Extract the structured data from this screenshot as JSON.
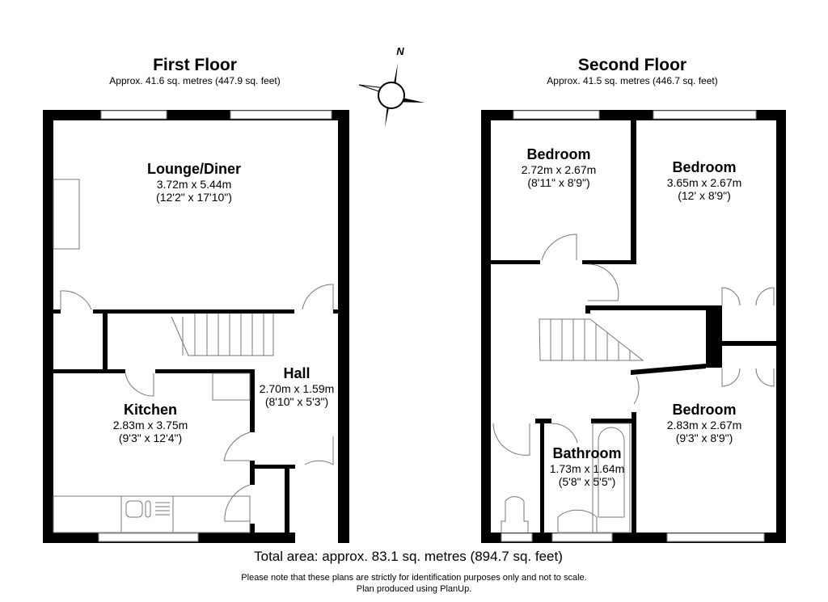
{
  "first_floor": {
    "title": "First Floor",
    "area": "Approx. 41.6 sq. metres (447.9 sq. feet)",
    "rooms": [
      {
        "name": "Lounge/Diner",
        "metric": "3.72m x 5.44m",
        "imperial": "(12'2\" x 17'10\")"
      },
      {
        "name": "Hall",
        "metric": "2.70m x 1.59m",
        "imperial": "(8'10\" x 5'3\")"
      },
      {
        "name": "Kitchen",
        "metric": "2.83m x 3.75m",
        "imperial": "(9'3\" x 12'4\")"
      }
    ]
  },
  "second_floor": {
    "title": "Second Floor",
    "area": "Approx. 41.5 sq. metres (446.7 sq. feet)",
    "rooms": [
      {
        "name": "Bedroom",
        "metric": "2.72m x 2.67m",
        "imperial": "(8'11\" x 8'9\")"
      },
      {
        "name": "Bedroom",
        "metric": "3.65m x 2.67m",
        "imperial": "(12' x 8'9\")"
      },
      {
        "name": "Bedroom",
        "metric": "2.83m x 2.67m",
        "imperial": "(9'3\" x 8'9\")"
      },
      {
        "name": "Bathroom",
        "metric": "1.73m x 1.64m",
        "imperial": "(5'8\" x 5'5\")"
      }
    ]
  },
  "compass": {
    "label": "N"
  },
  "footer": {
    "total": "Total area: approx. 83.1 sq. metres (894.7 sq. feet)",
    "note1": "Please note that these plans are strictly for identification purposes only and not to scale.",
    "note2": "Plan produced using PlanUp."
  }
}
